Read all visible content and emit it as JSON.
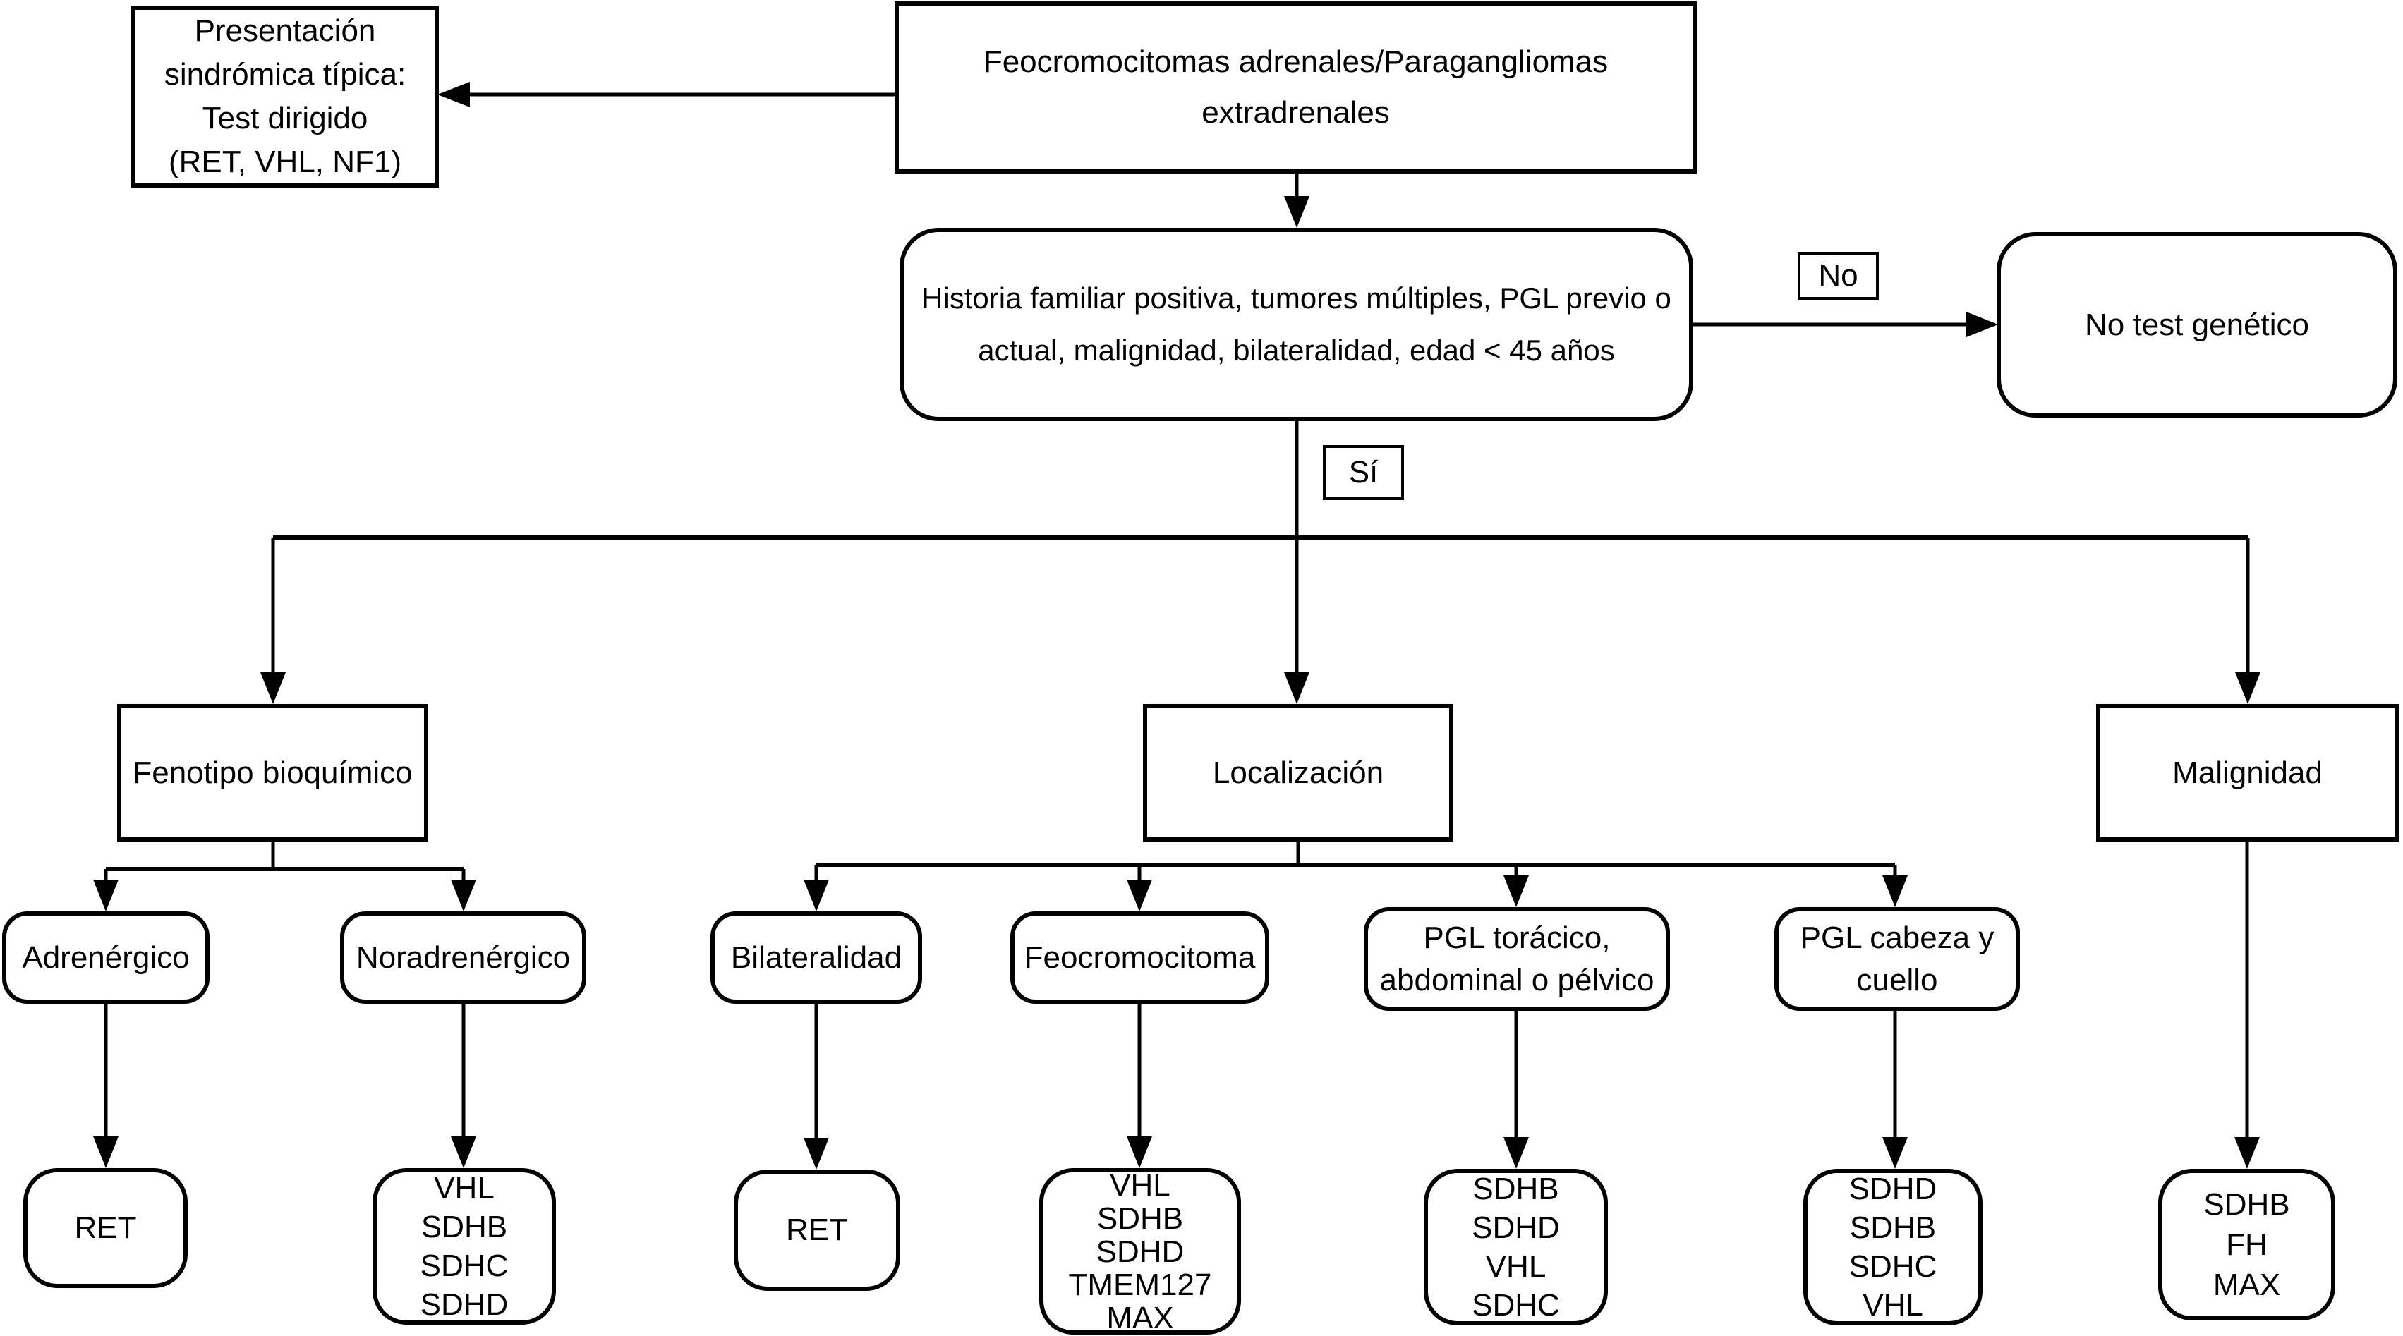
{
  "colors": {
    "background": "#ffffff",
    "line": "#000000",
    "text": "#000000",
    "node_fill": "#ffffff"
  },
  "flowchart": {
    "root_label": "Feocromocitomas adrenales/Paragangliomas\nextradrenales",
    "syndromic_label": "Presentación\nsindrómica típica:\nTest dirigido\n(RET, VHL, NF1)",
    "criteria_label": "Historia familiar positiva, tumores múltiples, PGL previo o\nactual, malignidad, bilateralidad, edad < 45 años",
    "no_label": "No",
    "yes_label": "Sí",
    "no_test_label": "No test genético",
    "branches": {
      "fenotipo": {
        "label": "Fenotipo bioquímico",
        "children": {
          "adrenergico": {
            "label": "Adrenérgico",
            "genes": "RET"
          },
          "noradrenergico": {
            "label": "Noradrenérgico",
            "genes": "VHL\nSDHB\nSDHC\nSDHD"
          }
        }
      },
      "localizacion": {
        "label": "Localización",
        "children": {
          "bilateralidad": {
            "label": "Bilateralidad",
            "genes": "RET"
          },
          "feocromocitoma": {
            "label": "Feocromocitoma",
            "genes": "VHL\nSDHB\nSDHD\nTMEM127\nMAX"
          },
          "pgl_toracico": {
            "label": "PGL torácico,\nabdominal o pélvico",
            "genes": "SDHB\nSDHD\nVHL\nSDHC"
          },
          "pgl_cabeza": {
            "label": "PGL cabeza y\ncuello",
            "genes": "SDHD\nSDHB\nSDHC\nVHL"
          }
        }
      },
      "malignidad": {
        "label": "Malignidad",
        "genes": "SDHB\nFH\nMAX"
      }
    }
  }
}
